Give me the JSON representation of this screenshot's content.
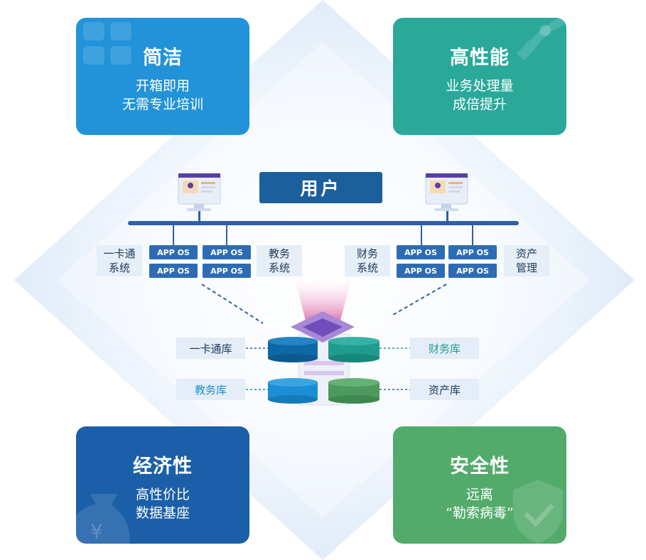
{
  "colors": {
    "blue_card": "#2293d8",
    "teal_card": "#2aa99b",
    "navy_card": "#1b5fa8",
    "green_card": "#52ab6a"
  },
  "cards": {
    "simple": {
      "title": "简洁",
      "line1": "开箱即用",
      "line2": "无需专业培训",
      "icon": "grid-icon"
    },
    "performance": {
      "title": "高性能",
      "line1": "业务处理量",
      "line2": "成倍提升",
      "icon": "rocket-icon"
    },
    "economy": {
      "title": "经济性",
      "line1": "高性价比",
      "line2": "数据基座",
      "icon": "money-bag-icon"
    },
    "security": {
      "title": "安全性",
      "line1": "远离",
      "line2": "“勒索病毒”",
      "icon": "shield-check-icon"
    }
  },
  "user_label": "用户",
  "app_os_label": "APP OS",
  "systems": {
    "card_system": [
      "一卡通",
      "系统"
    ],
    "edu_system": [
      "教务",
      "系统"
    ],
    "finance_system": [
      "财务",
      "系统"
    ],
    "asset_system": [
      "资产",
      "管理"
    ]
  },
  "databases": {
    "card_db": "一卡通库",
    "finance_db": "财务库",
    "edu_db": "教务库",
    "asset_db": "资产库"
  }
}
